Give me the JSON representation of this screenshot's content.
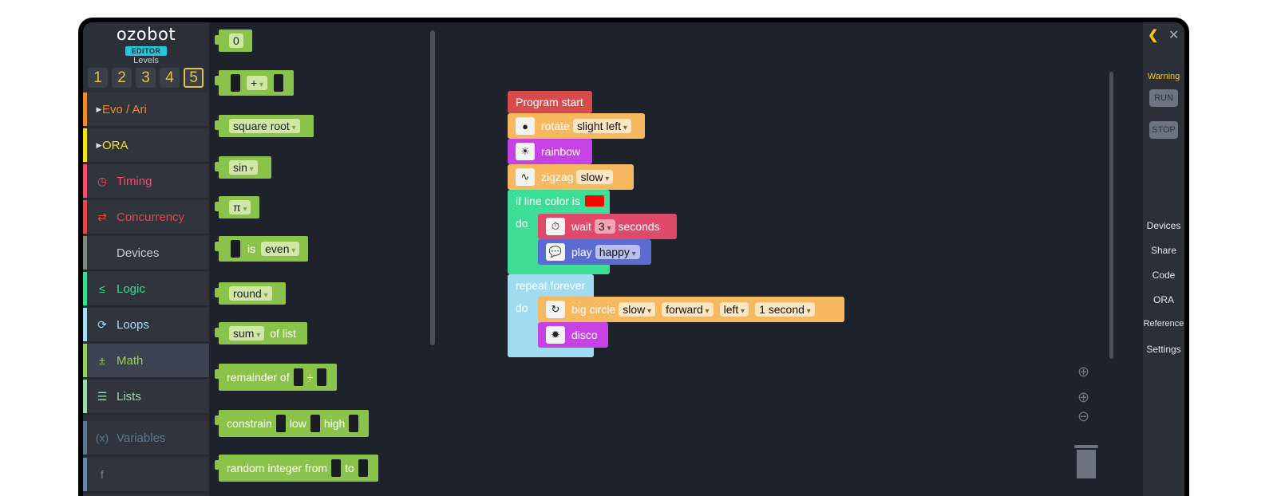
{
  "logo": {
    "word": "ozobot",
    "badge": "EDITOR"
  },
  "levels": {
    "label": "Levels",
    "items": [
      "1",
      "2",
      "3",
      "4",
      "5"
    ],
    "active": "5"
  },
  "categories": [
    {
      "label": "Evo / Ari",
      "color": "#f08a24",
      "icon": "triangle-right-icon"
    },
    {
      "label": "ORA",
      "color": "#f5e611",
      "icon": "triangle-right-icon"
    },
    {
      "label": "Timing",
      "color": "#f0506e",
      "icon": "clock-icon"
    },
    {
      "label": "Concurrency",
      "color": "#e04a4a",
      "icon": "swap-arrows-icon"
    },
    {
      "label": "Devices",
      "color": "#c9ccd2",
      "icon": ""
    },
    {
      "label": "Logic",
      "color": "#3ddc97",
      "icon": "logic-compare-icon"
    },
    {
      "label": "Loops",
      "color": "#a6def5",
      "icon": "loop-icon"
    },
    {
      "label": "Math",
      "color": "#9ccc65",
      "icon": "math-ops-icon"
    },
    {
      "label": "Lists",
      "color": "#a0d8b3",
      "icon": "list-icon"
    },
    {
      "label": "Variables",
      "color": "#5f7891",
      "icon": "variable-icon"
    }
  ],
  "flyout": {
    "zero": "0",
    "plus": "+",
    "sqrt": "square root",
    "sin": "sin",
    "pi": "π",
    "is": "is",
    "even": "even",
    "round": "round",
    "sum": "sum",
    "of_list": "of list",
    "remainder_of": "remainder of",
    "divide": "÷",
    "constrain": "constrain",
    "low": "low",
    "high": "high",
    "random_from": "random integer from",
    "to": "to"
  },
  "program": {
    "start": "Program start",
    "rotate": "rotate",
    "rotate_value": "slight left",
    "rainbow": "rainbow",
    "zigzag": "zigzag",
    "zigzag_value": "slow",
    "if_line": "if line color is",
    "line_color": "#ff0000",
    "do1": "do",
    "wait": "wait",
    "wait_value": "3",
    "seconds": "seconds",
    "play": "play",
    "play_value": "happy",
    "repeat": "repeat forever",
    "do2": "do",
    "big_circle": "big circle",
    "speed": "slow",
    "dir": "forward",
    "side": "left",
    "duration": "1 second",
    "disco": "disco"
  },
  "right": {
    "warning": "Warning",
    "run": "RUN",
    "stop": "STOP",
    "links": [
      "Devices",
      "Share",
      "Code",
      "ORA",
      "Reference",
      "Settings"
    ]
  }
}
